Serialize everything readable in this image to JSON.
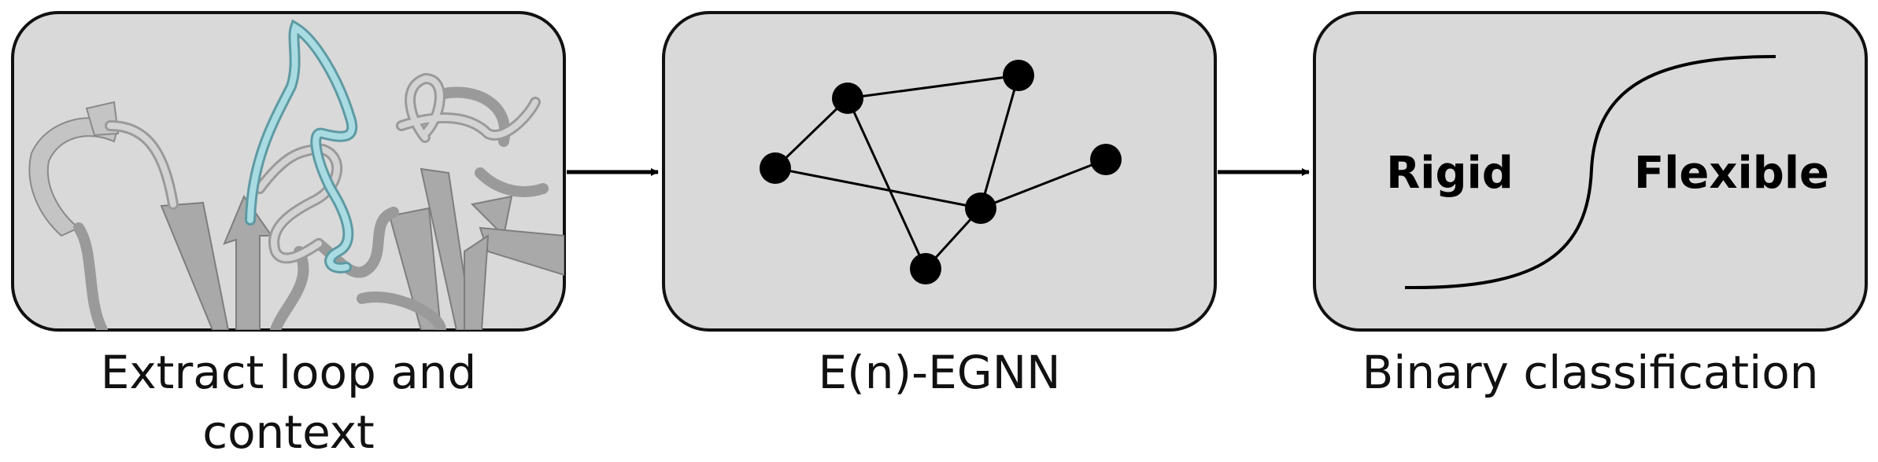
{
  "stages": [
    {
      "caption_line1": "Extract loop and",
      "caption_line2": "context"
    },
    {
      "caption": "E(n)-EGNN"
    },
    {
      "caption": "Binary classification"
    }
  ],
  "classification": {
    "left_label": "Rigid",
    "right_label": "Flexible"
  },
  "colors": {
    "panel_fill": "#d9d9d9",
    "panel_stroke": "#111111",
    "loop_highlight": "#8ec7cf",
    "ribbon_gray": "#b5b5b5"
  },
  "graph": {
    "nodes": [
      "n1",
      "n2",
      "n3",
      "n4",
      "n5",
      "n6"
    ],
    "edges": [
      [
        "n1",
        "n2"
      ],
      [
        "n1",
        "n5"
      ],
      [
        "n2",
        "n3"
      ],
      [
        "n2",
        "n6"
      ],
      [
        "n3",
        "n5"
      ],
      [
        "n5",
        "n4"
      ],
      [
        "n5",
        "n6"
      ]
    ]
  }
}
